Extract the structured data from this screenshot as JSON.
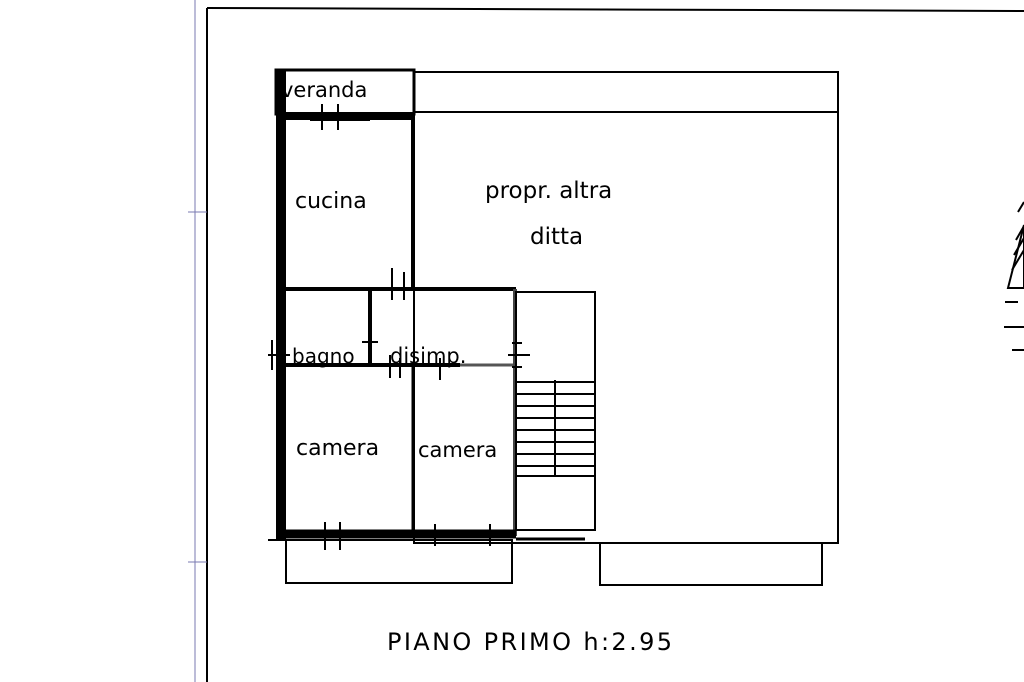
{
  "plan": {
    "rooms": {
      "veranda": "veranda",
      "cucina": "cucina",
      "bagno": "bagno",
      "disimp": "disimp.",
      "camera1": "camera",
      "camera2": "camera",
      "other_line1": "propr. altra",
      "other_line2": "ditta"
    },
    "caption": "PIANO PRIMO h:2.95"
  }
}
